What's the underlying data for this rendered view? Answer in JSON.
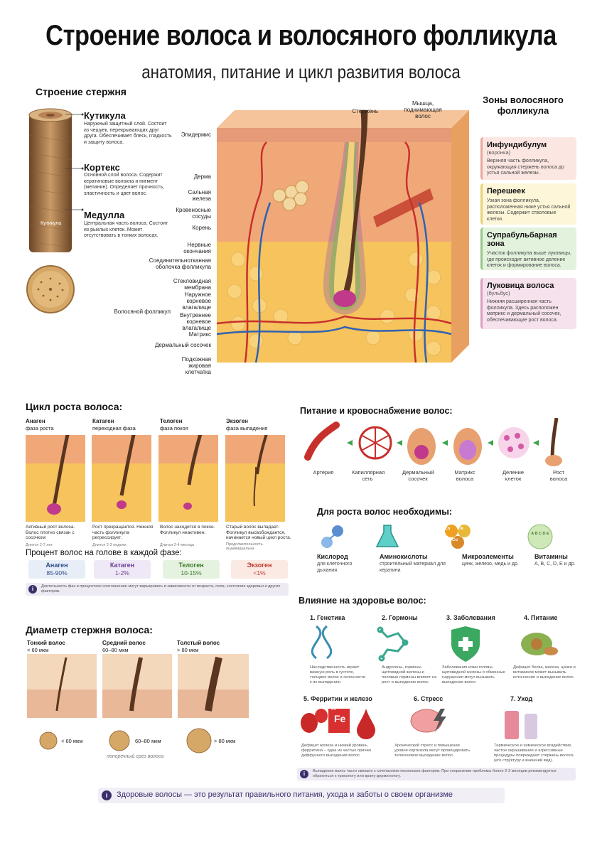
{
  "header": {
    "title": "Строение волоса и волосяного фолликула",
    "subtitle": "анатомия, питание и цикл развития волоса"
  },
  "shaft": {
    "heading": "Строение стержня",
    "items": [
      {
        "title": "Кутикула",
        "desc": "Наружный защитный слой. Состоит из чешуек, перекрывающих друг друга. Обеспечивает блеск, гладкость и защиту волоса."
      },
      {
        "title": "Кортекс",
        "desc": "Основной слой волоса. Содержит кератиновые волокна и пигмент (меланин). Определяет прочность, эластичность и цвет волос."
      },
      {
        "title": "Медулла",
        "desc": "Центральная часть волоса. Состоит из рыхлых клеток. Может отсутствовать в тонких волосах."
      }
    ],
    "inner_label": "Кутикула"
  },
  "anatomy": {
    "top_labels": {
      "stem": "Стержень",
      "muscle": "Мышца, поднимающая волос"
    },
    "left_labels": [
      "Эпидермис",
      "Дерма",
      "Сальная железа",
      "Кровеносные сосуды",
      "Корень",
      "Нервные окончания",
      "Соединительнотканная оболочка фолликула",
      "Стекловидная мембрана",
      "Наружное корневое влагалище",
      "Волосяной фолликул",
      "Внутреннее корневое влагалище",
      "Матрикс",
      "Дермальный сосочек",
      "Подкожная жировая клетчатка"
    ]
  },
  "zones": {
    "heading": "Зоны волосяного фолликула",
    "items": [
      {
        "title": "Инфундибулум",
        "sub": "(воронка)",
        "desc": "Верхняя часть фолликула, окружающая стержень волоса до устья сальной железы.",
        "bg": "#fbe6e2",
        "border": "#e9a89c"
      },
      {
        "title": "Перешеек",
        "sub": "",
        "desc": "Узкая зона фолликула, расположенная ниже устья сальной железы. Содержит стволовые клетки.",
        "bg": "#fdf6d8",
        "border": "#e8d27c"
      },
      {
        "title": "Супрабульбарная зона",
        "sub": "",
        "desc": "Участок фолликула выше луковицы, где происходит активное деление клеток и формирование волоса.",
        "bg": "#e3f2dd",
        "border": "#98c78a"
      },
      {
        "title": "Луковица волоса",
        "sub": "(бульбус)",
        "desc": "Нижняя расширенная часть фолликула. Здесь расположен матрикс и дермальный сосочек, обеспечивающие рост волоса.",
        "bg": "#f6e2ec",
        "border": "#d9a0bd"
      }
    ]
  },
  "cycle": {
    "heading": "Цикл роста волоса:",
    "phases": [
      {
        "name": "Анаген",
        "sub": "фаза роста",
        "desc": "Активный рост волоса. Волос плотно связан с сосочком",
        "dur": "Длится 2-7 лет"
      },
      {
        "name": "Катаген",
        "sub": "переходная фаза",
        "desc": "Рост прекращается. Нижняя часть фолликула регрессирует.",
        "dur": "Длится 2-3 недели"
      },
      {
        "name": "Телоген",
        "sub": "фаза покоя",
        "desc": "Волос находится в покое. Фолликул неактивен.",
        "dur": "Длится 2-4 месяца"
      },
      {
        "name": "Экзоген",
        "sub": "фаза выпадения",
        "desc": "Старый волос выпадает. Фолликул высвобождается, начинается новый цикл роста.",
        "dur": "Продолжительность индивидуальна"
      }
    ],
    "percent_heading": "Процент волос на голове в каждой фазе:",
    "percents": [
      {
        "name": "Анаген",
        "value": "85-90%",
        "bg": "#e8eef8",
        "color": "#2d4f8a"
      },
      {
        "name": "Катаген",
        "value": "1-2%",
        "bg": "#efe8f6",
        "color": "#6a3f95"
      },
      {
        "name": "Телоген",
        "value": "10-15%",
        "bg": "#e6f2e0",
        "color": "#3c7a2c"
      },
      {
        "name": "Экзоген",
        "value": "<1%",
        "bg": "#fbe9e3",
        "color": "#c0392b"
      }
    ],
    "note": "Длительность фаз и процентное соотношение могут варьировать в зависимости от возраста, пола, состояния здоровья и других факторов."
  },
  "nutrition": {
    "heading": "Питание и кровоснабжение волос:",
    "steps": [
      "Артерия",
      "Капиллярная сеть",
      "Дермальный сосочек",
      "Матрикс волоса",
      "Деление клеток",
      "Рост волоса"
    ]
  },
  "needs": {
    "heading": "Для роста волос необходимы:",
    "items": [
      {
        "title": "Кислород",
        "desc": "для клеточного дыхания"
      },
      {
        "title": "Аминокислоты",
        "desc": "строительный материал для кератина"
      },
      {
        "title": "Микроэлементы",
        "desc": "цинк, железо, медь и др."
      },
      {
        "title": "Витамины",
        "desc": "A, B, C, D, E и др."
      }
    ],
    "icon_text": {
      "zn": "Zn",
      "fe": "Fe",
      "cu": "Cu",
      "vit": "A B C D E"
    }
  },
  "diameter": {
    "heading": "Диаметр стержня волоса:",
    "types": [
      {
        "name": "Тонкий волос",
        "range": "< 60 мкм",
        "label": "< 60 мкм"
      },
      {
        "name": "Средний волос",
        "range": "60–80 мкм",
        "label": "60–80 мкм"
      },
      {
        "name": "Толстый волос",
        "range": "> 80 мкм",
        "label": "> 80 мкм"
      }
    ],
    "caption": "поперечный срез волоса"
  },
  "health": {
    "heading": "Влияние на здоровье волос:",
    "factors": [
      {
        "title": "1. Генетика",
        "desc": "Наследственность играет важную роль в густоте, толщине волос и склонности к их выпадению."
      },
      {
        "title": "2. Гормоны",
        "desc": "Андрогены, гормоны щитовидной железы и половые гормоны влияют на рост и выпадение волос."
      },
      {
        "title": "3. Заболевания",
        "desc": "Заболевания кожи головы, щитовидной железы и обменные нарушения могут вызывать выпадение волос."
      },
      {
        "title": "4. Питание",
        "desc": "Дефицит белка, железа, цинка и витаминов может вызывать истончение и выпадение волос."
      },
      {
        "title": "5. Ферритин и железо",
        "desc": "Дефицит железа и низкий уровень ферритина – одна из частых причин диффузного выпадения волос."
      },
      {
        "title": "6. Стресс",
        "desc": "Хронический стресс и повышение уровня кортизола могут провоцировать телогеновое выпадение волос."
      },
      {
        "title": "7. Уход",
        "desc": "Термическое и химическое воздействие, частое окрашивание и агрессивные процедуры повреждают стержень волоса (его структуру и внешний вид)."
      }
    ],
    "fe_label": "Fe",
    "fe_num": "26",
    "note": "Выпадение волос часто связано с сочетанием нескольких факторов. При сохранении проблемы более 2-3 месяцев рекомендуется обратиться к трихологу или врачу-дерматологу."
  },
  "footer": {
    "text": "Здоровые волосы — это результат правильного питания, ухода и заботы о своем организме"
  },
  "colors": {
    "skin": "#f3b27e",
    "fat": "#f6c35c",
    "dermis": "#e8a070",
    "vessel_red": "#c8302c",
    "vessel_blue": "#2f62b3",
    "hair": "#5a3520"
  }
}
